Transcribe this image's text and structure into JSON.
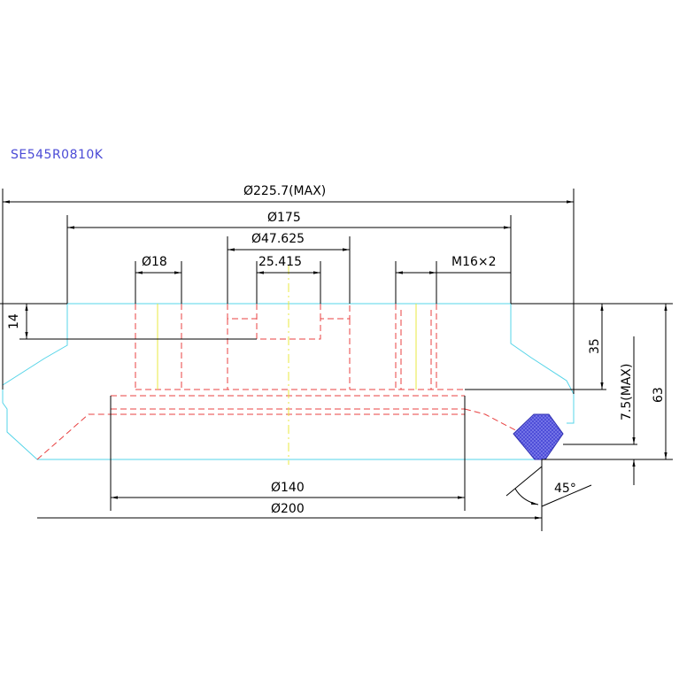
{
  "title": "SE545R0810K",
  "dimensions": {
    "overall_max": "Ø225.7(MAX)",
    "bolt_circle": "Ø175",
    "bore": "Ø47.625",
    "keyway": "25.415",
    "counterbore": "Ø18",
    "thread": "M16×2",
    "body_bottom": "Ø140",
    "cutting_diameter": "Ø200",
    "hub_height": "14",
    "body_height": "35",
    "depth_of_cut": "7.5(MAX)",
    "overall_height": "63",
    "lead_angle": "45°"
  },
  "colors": {
    "outline": "#55d4e8",
    "hidden_lines": "#e84040",
    "center_lines": "#e8e840",
    "insert": "#4a4ad6",
    "dimension_lines": "#000000"
  }
}
